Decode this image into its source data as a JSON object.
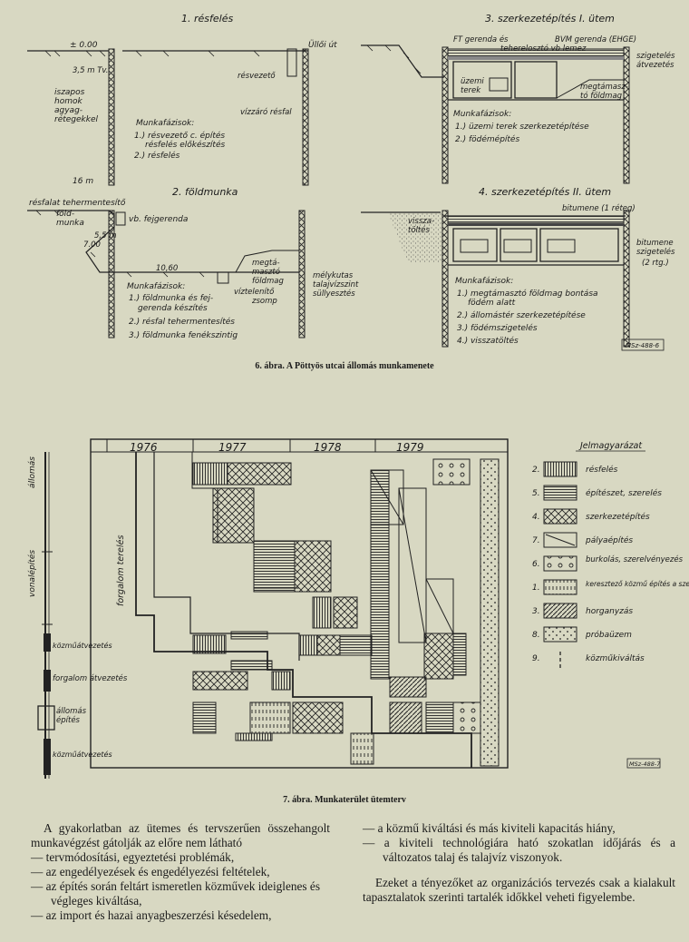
{
  "figure6": {
    "caption": "6. ábra. A Pöttyös utcai állomás munkamenete",
    "ref": "MSz-488-6",
    "panel1": {
      "title": "1. résfelés",
      "zero": "± 0.00",
      "uttop": "Üllői út",
      "wt": "3,5 m Tv.",
      "soil": [
        "iszapos",
        "homok",
        "agyag-",
        "rétegekkel"
      ],
      "depth": "16 m",
      "resvezeto": "résvezető",
      "vizzaro": "vízzáró résfal",
      "phases_title": "Munkafázisok:",
      "phases": [
        "1.) résvezető c. építés",
        "résfelés előkészítés",
        "2.) résfelés"
      ]
    },
    "panel2": {
      "title": "2. földmunka",
      "relief": "résfalat tehermentesítő",
      "fold": [
        "föld-",
        "munka"
      ],
      "depth55": "5,5 m",
      "depth700": "7.00",
      "fejgerenda": "vb. fejgerenda",
      "depth1060": "10,60",
      "megtamaszto": [
        "megtá-",
        "masztó",
        "földmag"
      ],
      "vizteleni": [
        "víztelenítő",
        "zsomp"
      ],
      "melykutas": [
        "mélykutas",
        "talajvízszint",
        "süllyesztés"
      ],
      "phases_title": "Munkafázisok:",
      "phases": [
        "1.) földmunka és fej-",
        "gerenda készítés",
        "2.) résfal tehermentesítés",
        "3.) földmunka fenékszintig"
      ]
    },
    "panel3": {
      "title": "3. szerkezetépítés  I. ütem",
      "ftgerenda": "FT gerenda és",
      "teherelosztó": "teherelosztó vb lemez",
      "bvm": "BVM gerenda (EHGE)",
      "szigeteles": "szigetelés",
      "atvezetes": "átvezetés",
      "uzemi": [
        "üzemi",
        "terek"
      ],
      "megtamaszto": [
        "megtámasz-",
        "tó földmag"
      ],
      "phases_title": "Munkafázisok:",
      "phases": [
        "1.) üzemi terek szerkezetépítése",
        "2.) födémépítés"
      ]
    },
    "panel4": {
      "title": "4. szerkezetépítés  II. ütem",
      "bitumene": "bitumene (1 réteg)",
      "vissza": [
        "vissza-",
        "töltés"
      ],
      "bitumene2": [
        "bitumene",
        "szigetelés",
        "(2 rtg.)"
      ],
      "phases_title": "Munkafázisok:",
      "phases": [
        "1.) megtámasztó földmag bontása",
        "födém alatt",
        "2.) állomástér szerkezetépítése",
        "3.) födémszigetelés",
        "4.) visszatöltés"
      ]
    }
  },
  "figure7": {
    "caption": "7. ábra. Munkaterület ütemterv",
    "ref": "MSz-488-7",
    "years": [
      "1976",
      "1977",
      "1978",
      "1979"
    ],
    "side_labels": [
      "állomás",
      "vonalépítés",
      "forgalom terelés",
      "közműátvezetés",
      "forgalom átvezetés",
      "állomás",
      "építés",
      "közműátvezetés"
    ],
    "legend_title": "Jelmagyarázat",
    "legend": [
      {
        "num": "2.",
        "label": "résfelés",
        "pattern": "vlines"
      },
      {
        "num": "5.",
        "label": "építészet, szerelés",
        "pattern": "hlines"
      },
      {
        "num": "4.",
        "label": "szerkezetépítés",
        "pattern": "cross"
      },
      {
        "num": "7.",
        "label": "pályaépítés",
        "pattern": "arrow"
      },
      {
        "num": "6.",
        "label": "burkolás, szerelvényezés",
        "pattern": "circles"
      },
      {
        "num": "1.",
        "label": "keresztező közmű építés a szerkezet fölött",
        "pattern": "vdash"
      },
      {
        "num": "3.",
        "label": "horganyzás",
        "pattern": "diag"
      },
      {
        "num": "8.",
        "label": "próbaüzem",
        "pattern": "dots"
      },
      {
        "num": "9.",
        "label": "közműkiváltás",
        "pattern": "dashline"
      }
    ]
  },
  "text": {
    "left_intro": "A gyakorlatban az ütemes és tervszerűen összehangolt munkavégzést gátolják az előre nem látható",
    "left_items": [
      "— tervmódosítási, egyeztetési problémák,",
      "— az engedélyezések és engedélyezési feltételek,",
      "— az építés során feltárt ismeretlen közművek ideiglenes és végleges kiváltása,",
      "— az import és hazai anyagbeszerzési késedelem,"
    ],
    "right_items": [
      "— a közmű kiváltási és más kiviteli kapacitás hiány,",
      "— a kiviteli technológiára ható szokatlan időjárás és a változatos talaj és talajvíz viszonyok."
    ],
    "right_outro": "Ezeket a tényezőket az organizációs tervezés csak a kialakult tapasztalatok szerinti tartalék időkkel veheti figyelembe."
  }
}
